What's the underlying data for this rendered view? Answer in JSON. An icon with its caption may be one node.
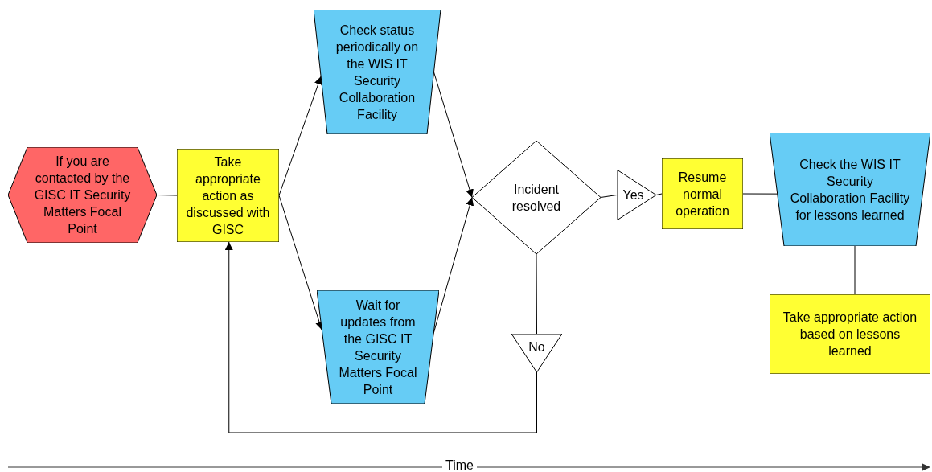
{
  "diagram": {
    "nodes": [
      {
        "text": [
          "If you are contacted by the GISC IT Security Matters Focal Point"
        ]
      },
      {
        "text": [
          "Take appropriate action as discussed with GISC"
        ]
      },
      {
        "text": [
          "Check status periodically on the WIS IT Security Collaboration Facility"
        ]
      },
      {
        "text": [
          "Wait for updates from the GISC IT Security Matters Focal Point"
        ]
      },
      {
        "text": [
          "Incident resolved"
        ]
      },
      {
        "text": [
          "Yes"
        ]
      },
      {
        "text": [
          "Resume normal operation"
        ]
      },
      {
        "text": [
          "Check the WIS IT Security Collaboration Facility for lessons learned"
        ]
      },
      {
        "text": [
          "Take appropriate action based on lessons learned"
        ]
      },
      {
        "text": [
          "No"
        ]
      }
    ],
    "edges": [
      {
        "from": 0,
        "to": 1,
        "arrow": "none"
      },
      {
        "from": 1,
        "to": 2,
        "arrow": "to"
      },
      {
        "from": 1,
        "to": 3,
        "arrow": "to"
      },
      {
        "from": 2,
        "to": 4,
        "arrow": "to"
      },
      {
        "from": 3,
        "to": 4,
        "arrow": "to"
      },
      {
        "from": 4,
        "to": 5,
        "arrow": "none"
      },
      {
        "from": 5,
        "to": 6,
        "arrow": "none"
      },
      {
        "from": 6,
        "to": 7,
        "arrow": "none"
      },
      {
        "from": 7,
        "to": 8,
        "arrow": "none"
      },
      {
        "from": 4,
        "to": 9,
        "arrow": "none"
      },
      {
        "from": 9,
        "to": 1,
        "arrow": "to"
      }
    ],
    "labels": [
      "Time"
    ]
  }
}
